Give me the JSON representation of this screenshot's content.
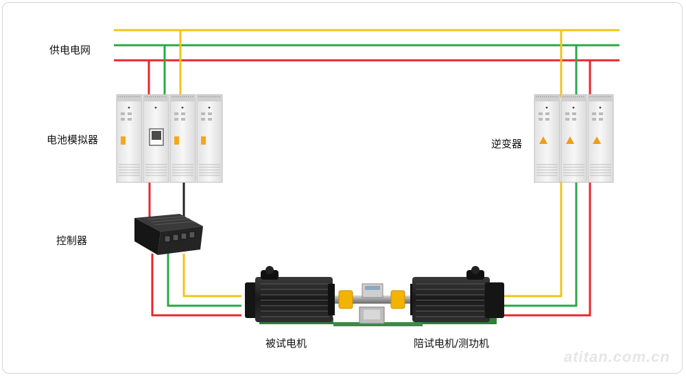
{
  "labels": {
    "grid": "供电电网",
    "battery_simulator": "电池模拟器",
    "inverter": "逆变器",
    "controller": "控制器",
    "test_motor": "被试电机",
    "load_motor": "陪试电机/测功机"
  },
  "watermark": "atitan.com.cn",
  "colors": {
    "phase_yellow": "#f2c318",
    "phase_green": "#27a844",
    "phase_red": "#e8262b",
    "dc_black": "#222222",
    "cabinet_body": "#eeeeee",
    "motor_body": "#1e1e1e",
    "coupling": "#f2b400"
  }
}
